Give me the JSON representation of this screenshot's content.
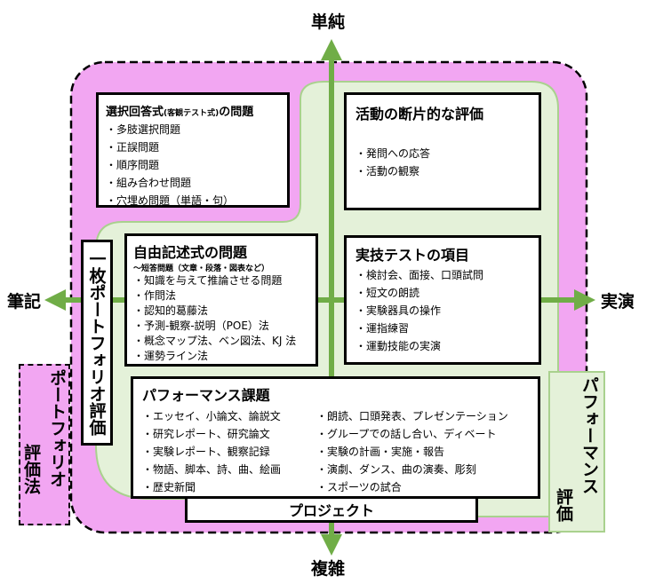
{
  "axes": {
    "top": "単純",
    "bottom": "複雑",
    "left": "筆記",
    "right": "実演"
  },
  "boxes": {
    "selected_response": {
      "title": "選択回答式",
      "title_small": "(客観テスト式)",
      "title_suffix": "の問題",
      "items": [
        "・多肢選択問題",
        "・正誤問題",
        "・順序問題",
        "・組み合わせ問題",
        "・穴埋め問題（単語・句）"
      ]
    },
    "activity": {
      "title": "活動の断片的な評価",
      "items": [
        "・発問への応答",
        "・活動の観察"
      ]
    },
    "free_response": {
      "title": "自由記述式の問題",
      "subtitle": "〜短答問題（文章・段落・図表など）",
      "items": [
        "・知識を与えて推論させる問題",
        "・作問法",
        "・認知的葛藤法",
        "・予測-観察-説明（POE）法",
        "・概念マップ法、ベン図法、KJ 法",
        "・運勢ライン法"
      ]
    },
    "skill_test": {
      "title": "実技テストの項目",
      "items": [
        "・検討会、面接、口頭試問",
        "・短文の朗読",
        "・実験器具の操作",
        "・運指練習",
        "・運動技能の実演"
      ]
    },
    "performance_task": {
      "title": "パフォーマンス課題",
      "items_left": [
        "・エッセイ、小論文、論説文",
        "・研究レポート、研究論文",
        "・実験レポート、観察記録",
        "・物語、脚本、詩、曲、絵画",
        "・歴史新聞"
      ],
      "items_right": [
        "・朗読、口頭発表、プレゼンテーション",
        "・グループでの話し合い、ディベート",
        "・実験の計画・実施・報告",
        "・演劇、ダンス、曲の演奏、彫刻",
        "・スポーツの試合"
      ]
    },
    "project": {
      "label": "プロジェクト"
    },
    "one_page": {
      "label": "一枚ポートフォリオ評価"
    },
    "portfolio": {
      "label_line1": "ポートフォリオ",
      "label_line2": "評価法"
    },
    "performance_eval": {
      "label_line1": "パフォーマンス",
      "label_line2": "評価"
    }
  },
  "colors": {
    "pink": "#f2a6f2",
    "light_green": "#e4f1d9",
    "green_border": "#a9d18e",
    "arrow_green": "#70ad47"
  }
}
